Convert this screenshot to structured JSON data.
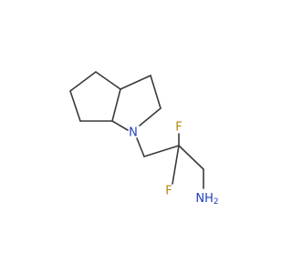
{
  "molecule": {
    "atoms": {
      "nitrogen_ring": {
        "label": "N",
        "color": "#1f3fbf"
      },
      "fluorine_a": {
        "label": "F",
        "color": "#b8860b"
      },
      "fluorine_b": {
        "label": "F",
        "color": "#b8860b"
      },
      "amine": {
        "label": "NH",
        "subscript": "2",
        "color": "#1f3fbf"
      }
    },
    "bond_color": "#3a3a3a",
    "background_color": "#ffffff"
  }
}
